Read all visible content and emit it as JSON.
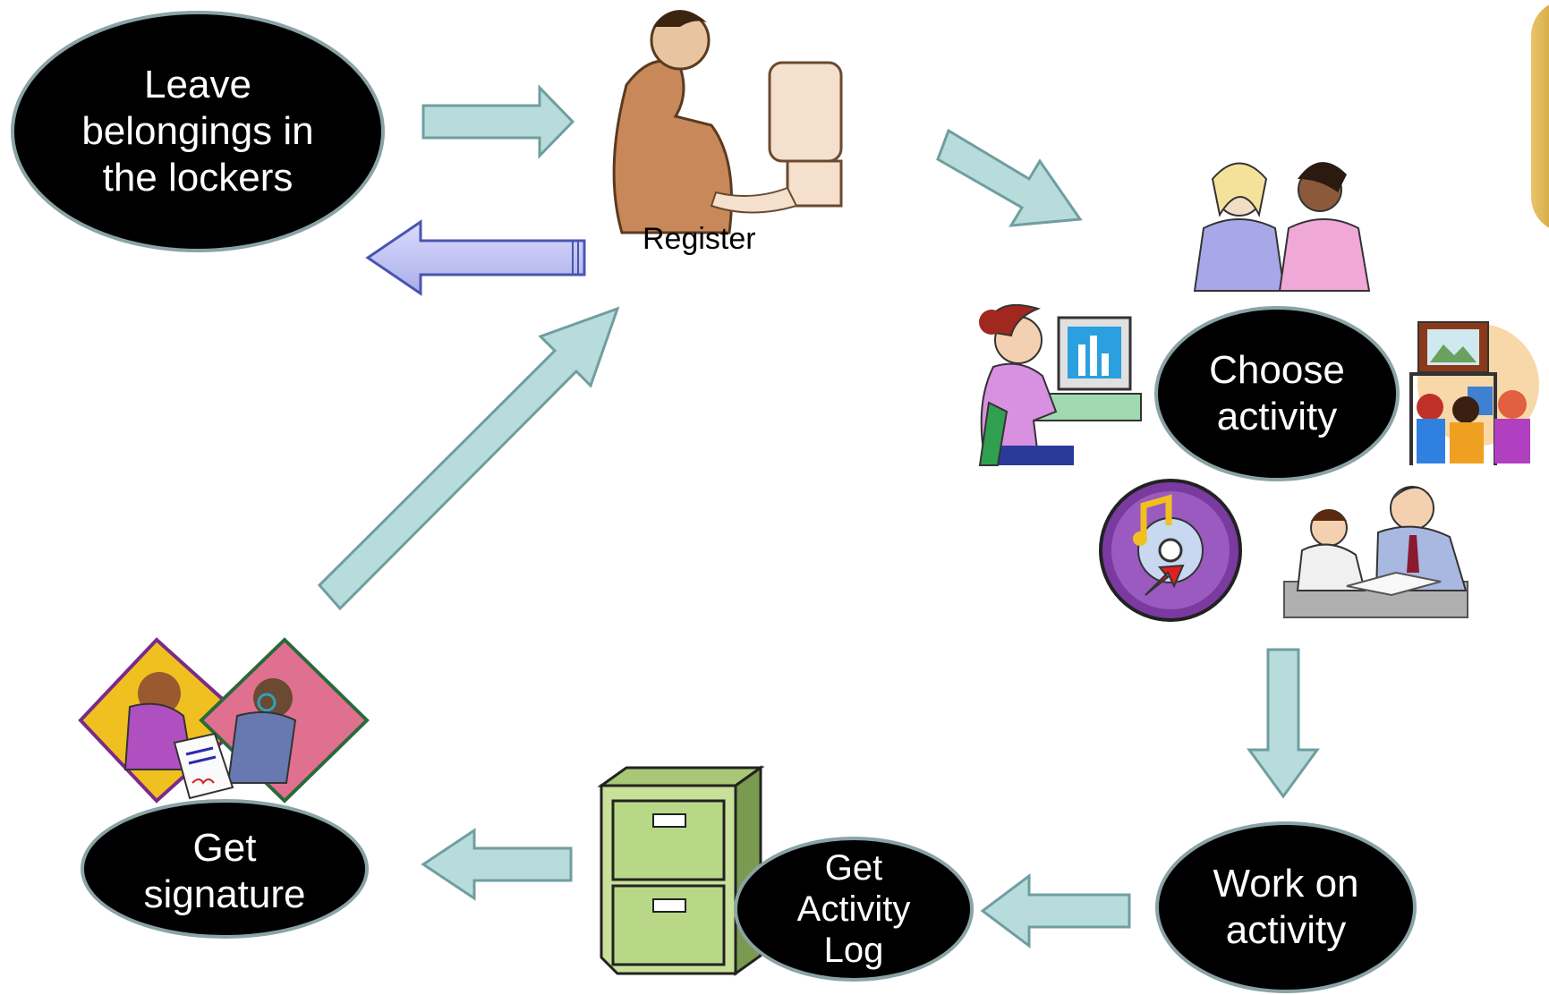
{
  "nodes": {
    "leave_belongings": "Leave belongings in the lockers",
    "choose_activity": "Choose activity",
    "work_on_activity": "Work on activity",
    "get_activity_log": "Get Activity Log",
    "get_signature": "Get signature"
  },
  "captions": {
    "register": "Register"
  },
  "colors": {
    "arrow_fill": "#b8dcdc",
    "arrow_stroke": "#6f9ea0",
    "return_arrow_fill": "#c7c9f2",
    "return_arrow_stroke": "#4a55b0",
    "node_fill": "#000000",
    "node_border": "#8aa3a5"
  },
  "icons": [
    "man-at-computer-icon",
    "two-girls-talking-icon",
    "girl-at-computer-icon",
    "classroom-tv-icon",
    "music-cd-icon",
    "teacher-helping-student-icon",
    "filing-cabinet-icon",
    "signing-document-icon"
  ]
}
